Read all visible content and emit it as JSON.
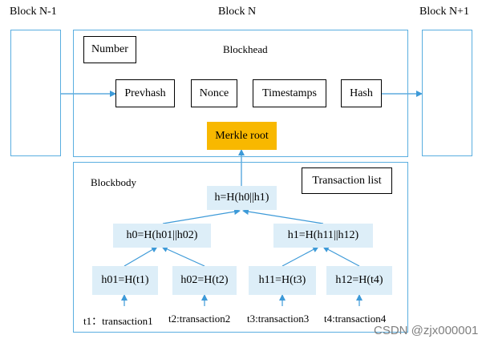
{
  "blocks": {
    "prev_label": "Block N-1",
    "current_label": "Block N",
    "next_label": "Block N+1"
  },
  "blockhead": {
    "title": "Blockhead",
    "number": "Number",
    "prevhash": "Prevhash",
    "nonce": "Nonce",
    "timestamps": "Timestamps",
    "hash": "Hash",
    "merkle_root": "Merkle root"
  },
  "blockbody": {
    "title": "Blockbody",
    "transaction_list": "Transaction list",
    "root": "h=H(h0||h1)",
    "level1": [
      "h0=H(h01||h02)",
      "h1=H(h11||h12)"
    ],
    "leaves": [
      "h01=H(t1)",
      "h02=H(t2)",
      "h11=H(t3)",
      "h12=H(t4)"
    ],
    "transactions": [
      "t1：transaction1",
      "t2:transaction2",
      "t3:transaction3",
      "t4:transaction4"
    ]
  },
  "watermark": "CSDN @zjx000001",
  "colors": {
    "frame": "#5aaee0",
    "hash_node": "#ddeef8",
    "merkle_root": "#f8b800"
  }
}
